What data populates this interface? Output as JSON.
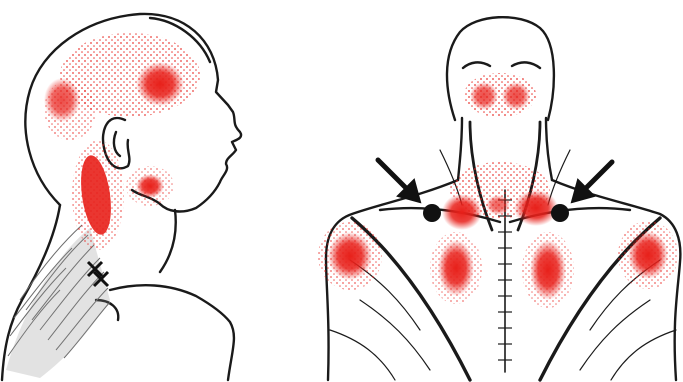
{
  "image": {
    "panels": [
      {
        "view": "side-profile",
        "figure": "head-and-neck-side-view"
      },
      {
        "view": "posterior",
        "figure": "upper-back-and-shoulders"
      }
    ],
    "colors": {
      "line": "#1a1a1a",
      "pain": "#e8201a",
      "background": "#ffffff",
      "muscle-shade": "#6b6b6b"
    },
    "icons": [
      "arrow-left-icon",
      "arrow-right-icon",
      "trigger-point-x-icon",
      "trigger-point-dot-icon"
    ]
  }
}
